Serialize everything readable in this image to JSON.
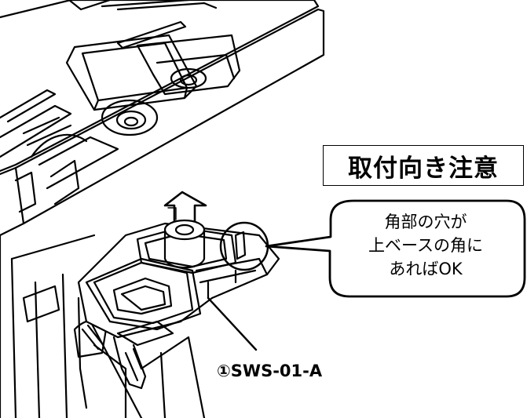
{
  "title": "取付向き注意",
  "callout": {
    "lines": [
      "角部の穴が",
      "上ベースの角に",
      "あればOK"
    ]
  },
  "part_label": "①SWS-01-A",
  "colors": {
    "line": "#000000",
    "background": "#ffffff"
  }
}
